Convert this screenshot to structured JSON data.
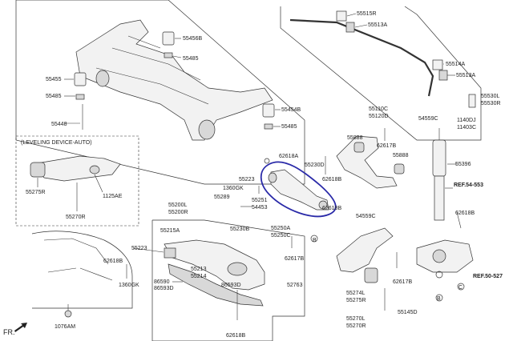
{
  "labels": {
    "l55456B": "55456B",
    "l55485a": "55485",
    "l55455": "55455",
    "l55485b": "55485",
    "l55448": "55448",
    "l55454B": "55454B",
    "l55485c": "55485",
    "l55515R": "55515R",
    "l55513A_top": "55513A",
    "l55514A": "55514A",
    "l55513A": "55513A",
    "l55530L": "55530L",
    "l55530R": "55530R",
    "l55110C": "55110C",
    "l55120D": "55120D",
    "l54559C_top": "54559C",
    "l1140DJ": "1140DJ",
    "l11403C": "11403C",
    "l55888a": "55888",
    "l62617B_a": "62617B",
    "l55888b": "55888",
    "l62618A": "62618A",
    "l55230D": "55230D",
    "l62618B_a": "62618B",
    "l55223_a": "55223",
    "l1360GK_a": "1360GK",
    "l55289": "55289",
    "l55251": "55251",
    "l54453": "54453",
    "l62618B_b": "62618B",
    "l55396": "55396",
    "lRef54": "REF.54-553",
    "lLeveling": "(LEVELING DEVICE-AUTO)",
    "l55275R": "55275R",
    "l1125AE": "1125AE",
    "l55270R_a": "55270R",
    "l55200L": "55200L",
    "l55200R": "55200R",
    "l55215A": "55215A",
    "l55230B": "55230B",
    "l55250A": "55250A",
    "l55250C": "55250C",
    "lB_a": "B",
    "l54559C": "54559C",
    "l62618B_c": "62618B",
    "l62618B_d": "62618B",
    "l55223_b": "55223",
    "l62617B_b": "62617B",
    "l55213": "55213",
    "l55214": "55214",
    "l86590": "86590",
    "l86593D": "86593D",
    "l86593D_b": "86593D",
    "l1360GK_b": "1360GK",
    "l52763": "52763",
    "l62617B_c": "62617B",
    "lRef50": "REF.50-527",
    "l55274L": "55274L",
    "l55275R_b": "55275R",
    "l55270L": "55270L",
    "l55270R_b": "55270R",
    "l55145D": "55145D",
    "l1076AM": "1076AM",
    "l62618B_e": "62618B",
    "lFR": "FR.",
    "lC": "C",
    "lB_b": "B"
  }
}
